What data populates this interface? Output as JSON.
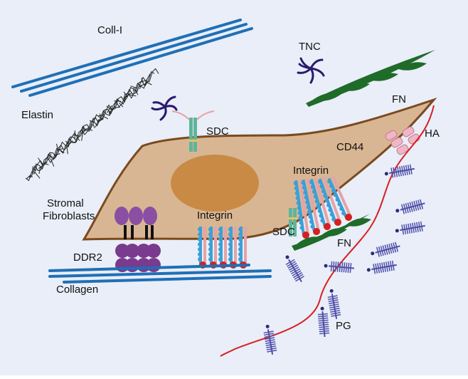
{
  "colors": {
    "background": "#e9eef8",
    "collagen": "#1f6fb6",
    "cell_fill": "#d9b693",
    "cell_stroke": "#7a4a1e",
    "nucleus": "#c98a45",
    "fibronectin": "#1f6b2a",
    "hyaluronan": "#d62020",
    "proteoglycan": "#4f4fa8",
    "ddr2": "#8a4fa3",
    "integrin_blue": "#3aa0d8",
    "integrin_pink": "#e5a3a6",
    "sdc": "#5fb59a",
    "cd44": "#f0b6c6",
    "tnc": "#2a1a6e",
    "elastin": "#222222"
  },
  "labels": {
    "coll_i": "Coll-I",
    "tnc": "TNC",
    "fn_top": "FN",
    "elastin": "Elastin",
    "sdc_top": "SDC",
    "ha": "HA",
    "cd44": "CD44",
    "integrin_right": "Integrin",
    "stromal": "Stromal",
    "fibroblasts": "Fibroblasts",
    "integrin_bottom": "Integrin",
    "sdc_right": "SDC",
    "fn_right": "FN",
    "ddr2": "DDR2",
    "collagen": "Collagen",
    "pg": "PG"
  }
}
